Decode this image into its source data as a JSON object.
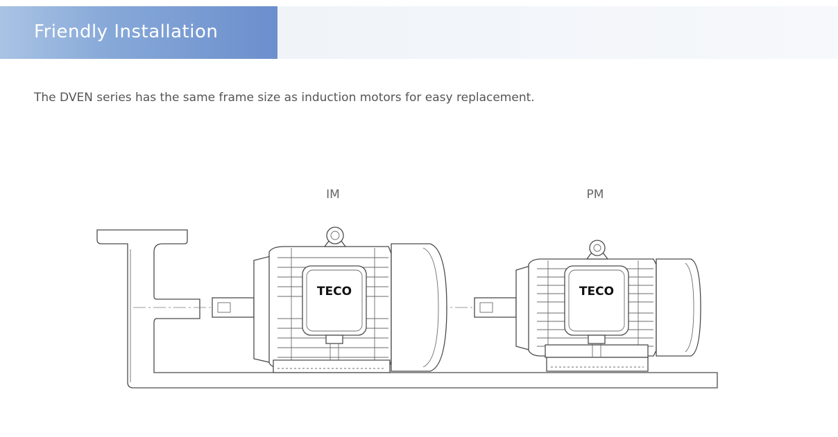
{
  "header": {
    "title": "Friendly Installation"
  },
  "description": "The DVEN series has the same frame size as induction motors for easy replacement.",
  "motors": {
    "im": {
      "label": "IM",
      "brand": "TECO"
    },
    "pm": {
      "label": "PM",
      "brand": "TECO"
    }
  },
  "colors": {
    "header_tab_start": "#a9c3e4",
    "header_tab_end": "#6c8fcd",
    "header_band": "#edf2f8",
    "text": "#555555",
    "line_art": "#4a4a4a"
  }
}
